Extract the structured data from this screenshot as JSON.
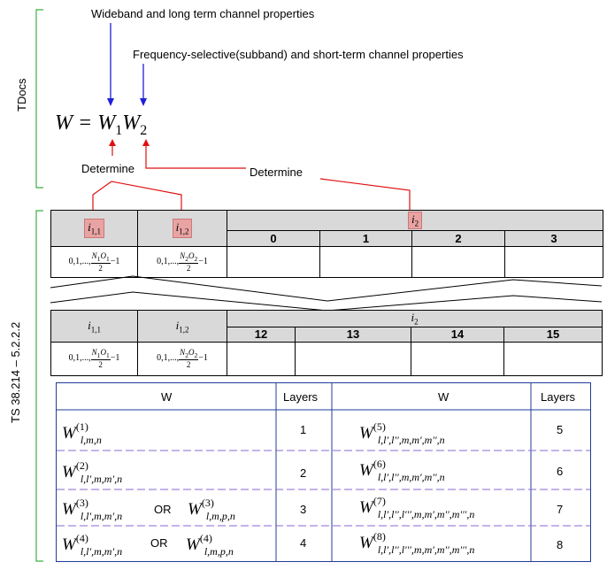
{
  "top": {
    "side_label": "TDocs",
    "wideband_label": "Wideband and long term channel properties",
    "freq_label": "Frequency-selective(subband) and short-term channel properties",
    "determine_left": "Determine",
    "determine_right": "Determine"
  },
  "bottom": {
    "side_label": "TS 38.214 – 5.2.2.2"
  },
  "codebook": {
    "cols_a": [
      "0",
      "1",
      "2",
      "3"
    ],
    "cols_b": [
      "12",
      "13",
      "14",
      "15"
    ]
  },
  "matrix": {
    "w_header": "W",
    "layers_header": "Layers",
    "rows": [
      {
        "left_layers": "1",
        "right_layers": "5",
        "or": ""
      },
      {
        "left_layers": "2",
        "right_layers": "6",
        "or": ""
      },
      {
        "left_layers": "3",
        "right_layers": "7",
        "or": "OR"
      },
      {
        "left_layers": "4",
        "right_layers": "8",
        "or": "OR"
      }
    ]
  },
  "colors": {
    "green": "#3cb043",
    "blue": "#1f1fd8",
    "red": "#e01010",
    "table_border": "#1f3d99",
    "dash": "#8a6ad1"
  }
}
